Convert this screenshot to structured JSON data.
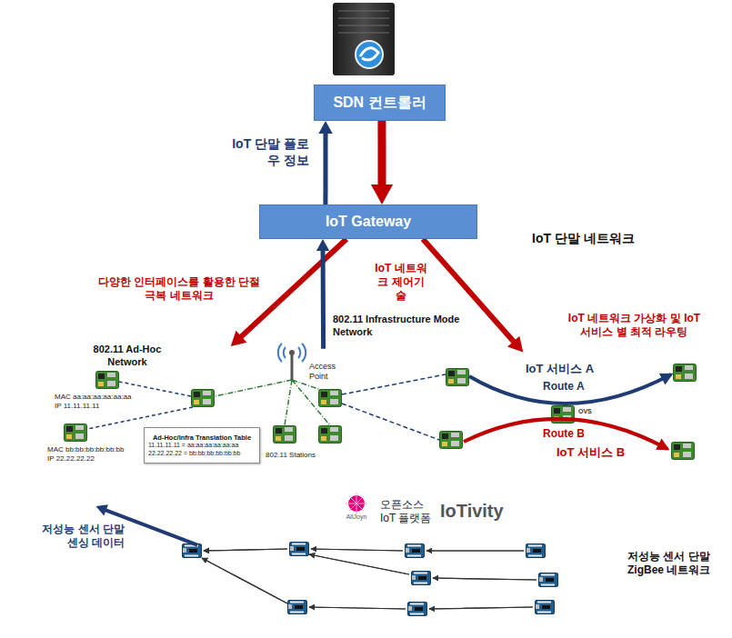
{
  "diagram": {
    "nodes": [
      {
        "text": [
          "SDN 컨트롤러"
        ]
      },
      {
        "text": [
          "IoT Gateway"
        ]
      },
      {
        "text": [
          "IoT 단말 네트워크"
        ]
      },
      {
        "text": [
          "802.11 Ad-Hoc Network",
          "MAC aa:aa:aa:aa:aa:aa IP 11.11.11.11",
          "MAC bb:bb:bb:bb:bb:bb IP 22.22.22.22"
        ],
        "in": 2
      },
      {
        "text": [
          "802.11 Infrastructure Mode Network",
          "Access Point",
          "802.11 Stations"
        ],
        "in": 2
      },
      {
        "text": [
          "Ad-Hoc/Infra Translation Table",
          "11.11.11.11 = aa:aa:aa:aa:aa:aa",
          "22.22.22.22 = bb:bb:bb:bb:bb:bb"
        ],
        "in": 2
      },
      {
        "text": [
          "IoT 서비스 A",
          "Route A"
        ],
        "in": 2
      },
      {
        "text": [
          "Route B",
          "IoT 서비스 B"
        ],
        "in": 2
      },
      {
        "text": [
          "저성능 센서 단말 ZigBee 네트워크"
        ],
        "in": 2
      }
    ],
    "edges": [
      {
        "from": 1,
        "to": 0,
        "arrow": "to",
        "label": "IoT 단말 플로우 정보"
      },
      {
        "from": 0,
        "to": 1,
        "arrow": "to"
      },
      {
        "from": 1,
        "to": 4,
        "arrow": "to"
      },
      {
        "from": 1,
        "to": 6,
        "arrow": "to"
      },
      {
        "from": 4,
        "to": 1,
        "arrow": "to"
      },
      {
        "from": 8,
        "to": 3,
        "arrow": "to",
        "label": "저성능 센서 단말 센싱 데이터"
      }
    ],
    "labels": [
      "다양한 인터페이스를 활용한 단절 극복 네트워크",
      "IoT 네트워크 제어기술",
      "IoT 네트워크 가상화 및 IoT 서비스 별 최적 라우팅",
      "AllJoyn",
      "오픈소스 IoT 플랫폼",
      "IoTivity",
      "OVS"
    ]
  }
}
